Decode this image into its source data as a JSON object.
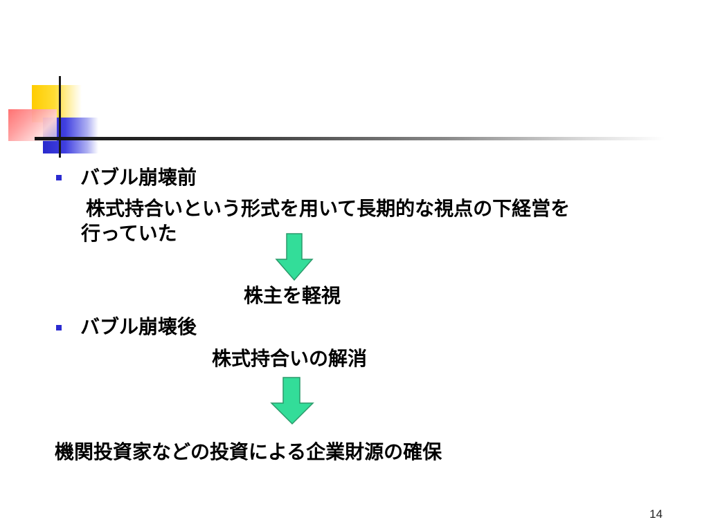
{
  "slide": {
    "bullet1": {
      "heading": "バブル崩壊前",
      "line1": "株式持合いという形式を用いて長期的な視点の下経営を",
      "line2": "行っていた",
      "result": "株主を軽視"
    },
    "bullet2": {
      "heading": "バブル崩壊後",
      "line1": "株式持合いの解消"
    },
    "conclusion": "機関投資家などの投資による企業財源の確保",
    "page_number": "14"
  },
  "colors": {
    "bullet": "#2b2bd0",
    "arrow_fill": "#33dd99",
    "arrow_stroke": "#2a9a6a",
    "logo_yellow": "#ffcc00",
    "logo_blue": "#2a2acc",
    "logo_red": "#ff6a6a"
  }
}
